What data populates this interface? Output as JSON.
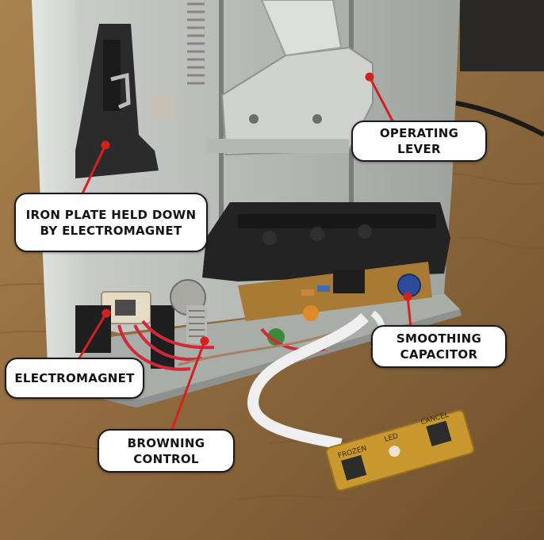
{
  "photo": {
    "subject": "toaster-internals"
  },
  "colors": {
    "callout_bg": "#ffffff",
    "callout_border": "#1a1a1a",
    "leader_line": "#d62020"
  },
  "labels": {
    "operating_lever": {
      "line1": "OPERATING",
      "line2": "LEVER"
    },
    "iron_plate": {
      "line1": "IRON PLATE HELD DOWN",
      "line2": "BY ELECTROMAGNET"
    },
    "electromagnet": {
      "line1": "ELECTROMAGNET"
    },
    "smoothing_capacitor": {
      "line1": "SMOOTHING",
      "line2": "CAPACITOR"
    },
    "browning_control": {
      "line1": "BROWNING",
      "line2": "CONTROL"
    },
    "pcb_left": "FROZEN",
    "pcb_mid": "LED",
    "pcb_right": "CANCEL"
  }
}
